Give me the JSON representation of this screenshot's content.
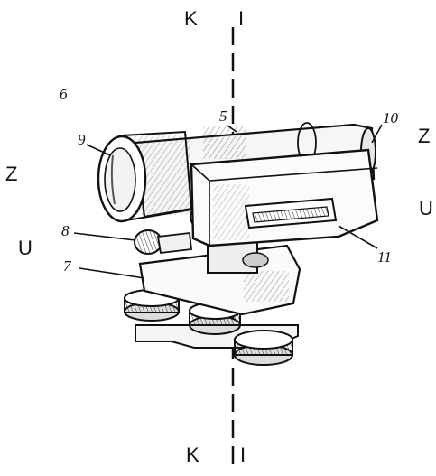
{
  "figure": {
    "panel_label": "б",
    "axis_labels": {
      "top_k": "K",
      "top_i": "I",
      "bottom_k": "K",
      "bottom_i": "I",
      "left_z": "Z",
      "left_u": "U",
      "right_z": "Z",
      "right_u": "U"
    },
    "callouts": [
      "5",
      "7",
      "8",
      "9",
      "10",
      "11"
    ]
  }
}
